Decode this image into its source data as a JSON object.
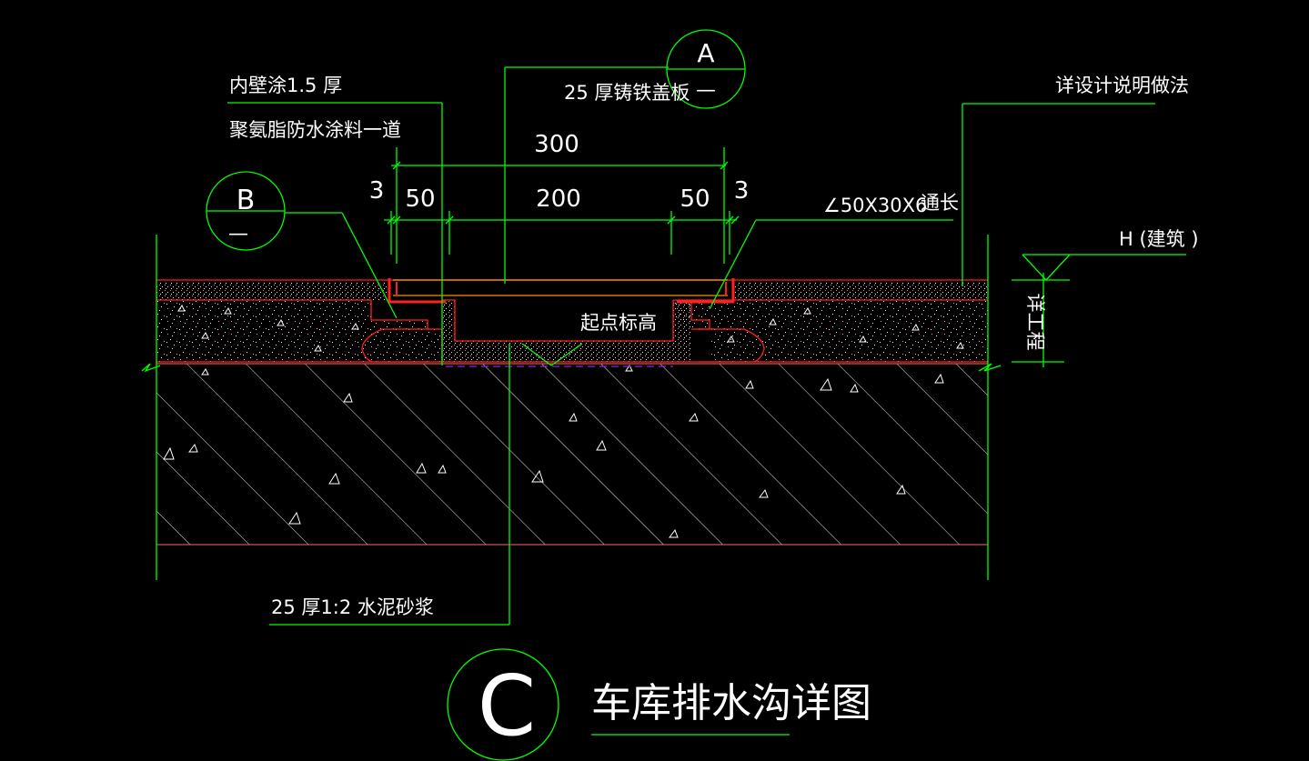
{
  "labels": {
    "wall_coating_1": "内壁涂1.5 厚",
    "wall_coating_2": "聚氨脂防水涂料一道",
    "cover_plate": "25 厚铸铁盖板",
    "design_note": "详设计说明做法",
    "angle_steel": "∠50X30X6",
    "full_length": "通长",
    "building_elev": "H (建筑 )",
    "start_elev": "起点标高",
    "side_note": "详工程",
    "mortar": "25 厚1:2  水泥砂浆",
    "title": "车库排水沟详图"
  },
  "dimensions": {
    "total": "300",
    "left_gap": "3",
    "left_flange": "50",
    "middle": "200",
    "right_flange": "50",
    "right_gap": "3"
  },
  "markers": {
    "a_letter": "A",
    "a_sub": "—",
    "b_letter": "B",
    "b_sub": "—",
    "c_letter": "C"
  },
  "colors": {
    "background": "#000000",
    "leader_lines": "#00ff00",
    "waterproofing": "#ff2020",
    "text": "#ffffff",
    "centerline": "#8a2be2"
  }
}
